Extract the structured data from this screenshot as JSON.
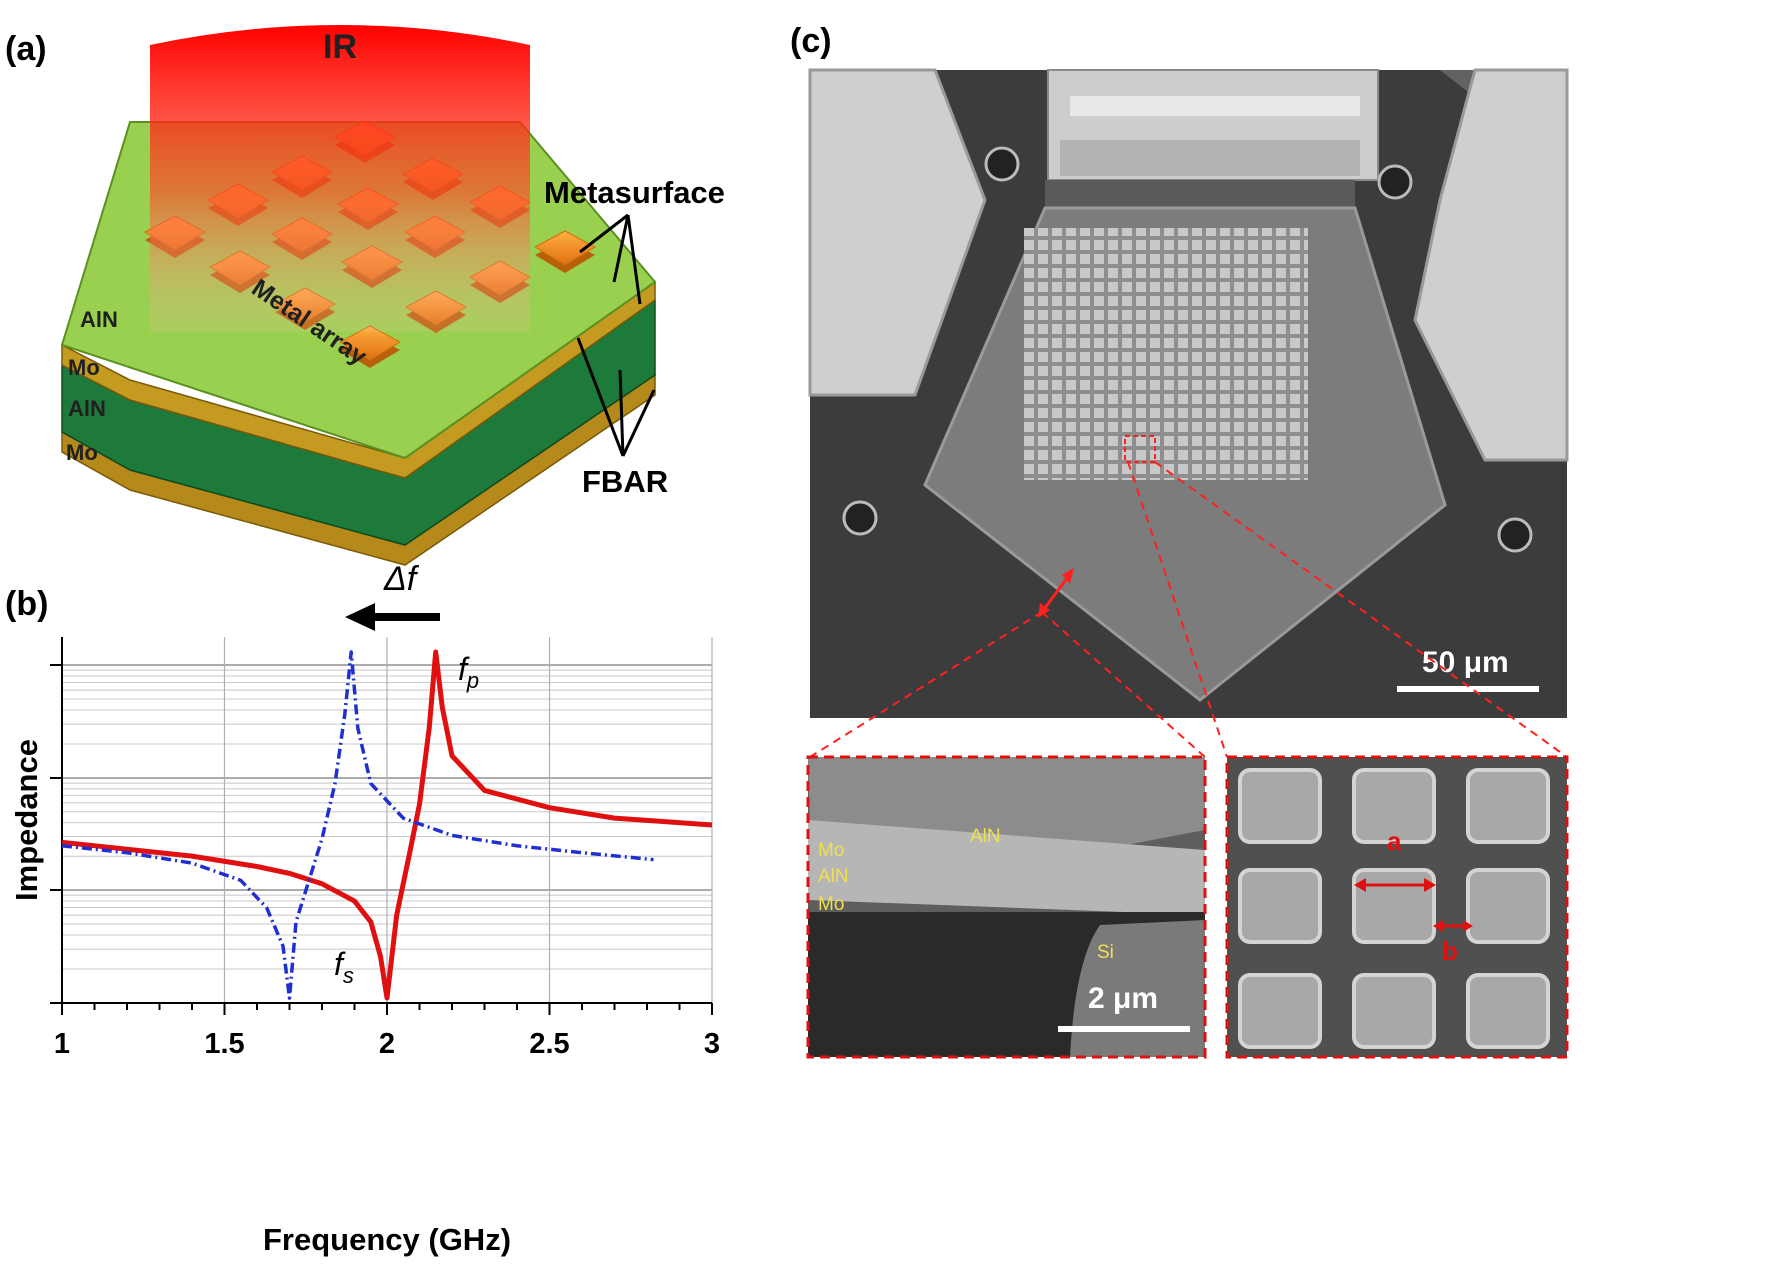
{
  "figure": {
    "panel_a": {
      "label": "(a)",
      "ir_label": "IR",
      "metasurface_label": "Metasurface",
      "metal_array_label": "Metal array",
      "fbar_label": "FBAR",
      "layers": [
        "AlN",
        "Mo",
        "AlN",
        "Mo"
      ]
    },
    "panel_b": {
      "label": "(b)",
      "delta_f_label": "Δf",
      "fp_label": "f",
      "fp_sub": "p",
      "fs_label": "f",
      "fs_sub": "s"
    },
    "panel_c": {
      "label": "(c)",
      "scale_main": "50 μm",
      "scale_inset_left": "2 μm",
      "inset_left_layers": {
        "aln_top": "AlN",
        "mo_1": "Mo",
        "aln_2": "AlN",
        "mo_2": "Mo",
        "si": "Si"
      },
      "inset_right_a": "a",
      "inset_right_b": "b"
    }
  },
  "chart_data": {
    "type": "line",
    "xlabel": "Frequency (GHz)",
    "ylabel": "Impedance",
    "xlim": [
      1,
      3
    ],
    "xticks": [
      "1",
      "1.5",
      "2",
      "2.5",
      "3"
    ],
    "yscale": "log",
    "grid": true,
    "series": [
      {
        "color": "#e01010",
        "style": "solid",
        "x": [
          1.0,
          1.2,
          1.4,
          1.6,
          1.7,
          1.8,
          1.9,
          1.95,
          1.98,
          2.0,
          2.03,
          2.07,
          2.1,
          2.13,
          2.15,
          2.17,
          2.2,
          2.3,
          2.5,
          2.7,
          3.0
        ],
        "y": [
          0.45,
          0.43,
          0.41,
          0.38,
          0.36,
          0.33,
          0.28,
          0.22,
          0.12,
          0.0,
          0.24,
          0.42,
          0.56,
          0.78,
          1.0,
          0.84,
          0.7,
          0.6,
          0.55,
          0.52,
          0.5
        ]
      },
      {
        "color": "#2030d0",
        "style": "dash-dot",
        "x": [
          1.0,
          1.2,
          1.4,
          1.55,
          1.63,
          1.68,
          1.7,
          1.72,
          1.76,
          1.8,
          1.84,
          1.87,
          1.89,
          1.91,
          1.95,
          2.05,
          2.2,
          2.4,
          2.6,
          2.82
        ],
        "y": [
          0.44,
          0.42,
          0.39,
          0.34,
          0.26,
          0.15,
          0.0,
          0.22,
          0.34,
          0.46,
          0.62,
          0.82,
          1.0,
          0.78,
          0.62,
          0.52,
          0.47,
          0.44,
          0.42,
          0.4
        ]
      }
    ]
  }
}
